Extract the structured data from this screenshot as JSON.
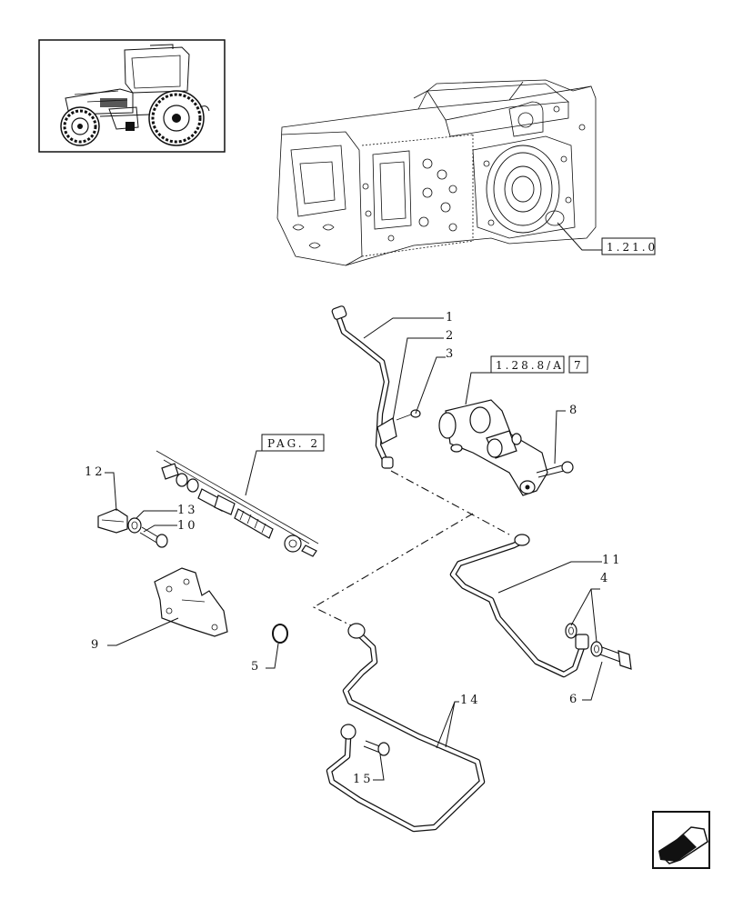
{
  "callouts": {
    "c1": "1",
    "c2": "2",
    "c3": "3",
    "c4": "4",
    "c5": "5",
    "c6": "6",
    "c8": "8",
    "c9": "9",
    "c10": "10",
    "c11": "11",
    "c12": "12",
    "c13": "13",
    "c14": "14",
    "c15": "15"
  },
  "references": {
    "transmission": "1.21.0",
    "pump": "1.28.8/A",
    "pump_item": "7",
    "page": "PAG. 2"
  },
  "icons": {
    "thumbnail": "tractor-thumbnail-icon",
    "nav": "next-page-arrow-icon"
  }
}
